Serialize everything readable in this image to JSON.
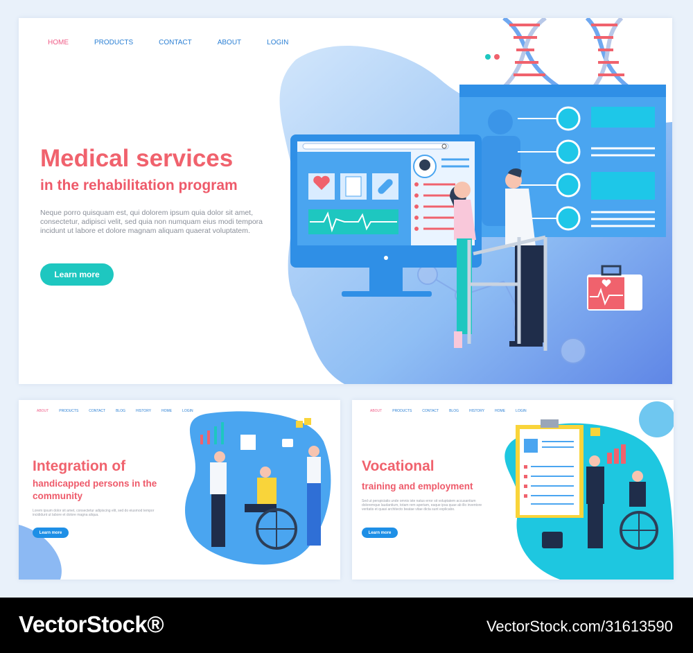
{
  "main": {
    "nav": [
      "HOME",
      "PRODUCTS",
      "CONTACT",
      "ABOUT",
      "LOGIN"
    ],
    "title": "Medical services",
    "subtitle": "in the rehabilitation program",
    "body": "Neque porro quisquam est, qui dolorem ipsum quia dolor sit amet, consectetur, adipisci velit, sed quia non numquam eius modi tempora incidunt ut labore et dolore magnam aliquam quaerat voluptatem.",
    "button": "Learn more"
  },
  "integration": {
    "nav": [
      "ABOUT",
      "PRODUCTS",
      "CONTACT",
      "BLOG",
      "HISTORY",
      "HOME",
      "LOGIN"
    ],
    "title": "Integration of",
    "subtitle": "handicapped persons in the community",
    "body": "Lorem ipsum dolor sit amet, consectetur adipiscing elit, sed do eiusmod tempor incididunt ut labore et dolore magna aliqua.",
    "button": "Learn more"
  },
  "vocational": {
    "nav": [
      "ABOUT",
      "PRODUCTS",
      "CONTACT",
      "BLOG",
      "HISTORY",
      "HOME",
      "LOGIN"
    ],
    "title": "Vocational",
    "subtitle": "training and employment",
    "body": "Sed ut perspiciatis unde omnis iste natus error sit voluptatem accusantium doloremque laudantium, totam rem aperiam, eaque ipsa quae ab illo inventore veritatis et quasi architecto beatae vitae dicta sunt explicabo.",
    "button": "Learn more"
  },
  "footer": {
    "logo": "VectorStock®",
    "url": "VectorStock.com/31613590"
  },
  "colors": {
    "accent": "#f0626d",
    "primary": "#2a7fd4",
    "button": "#1ec7c0",
    "blob": "#6fa8f0"
  }
}
